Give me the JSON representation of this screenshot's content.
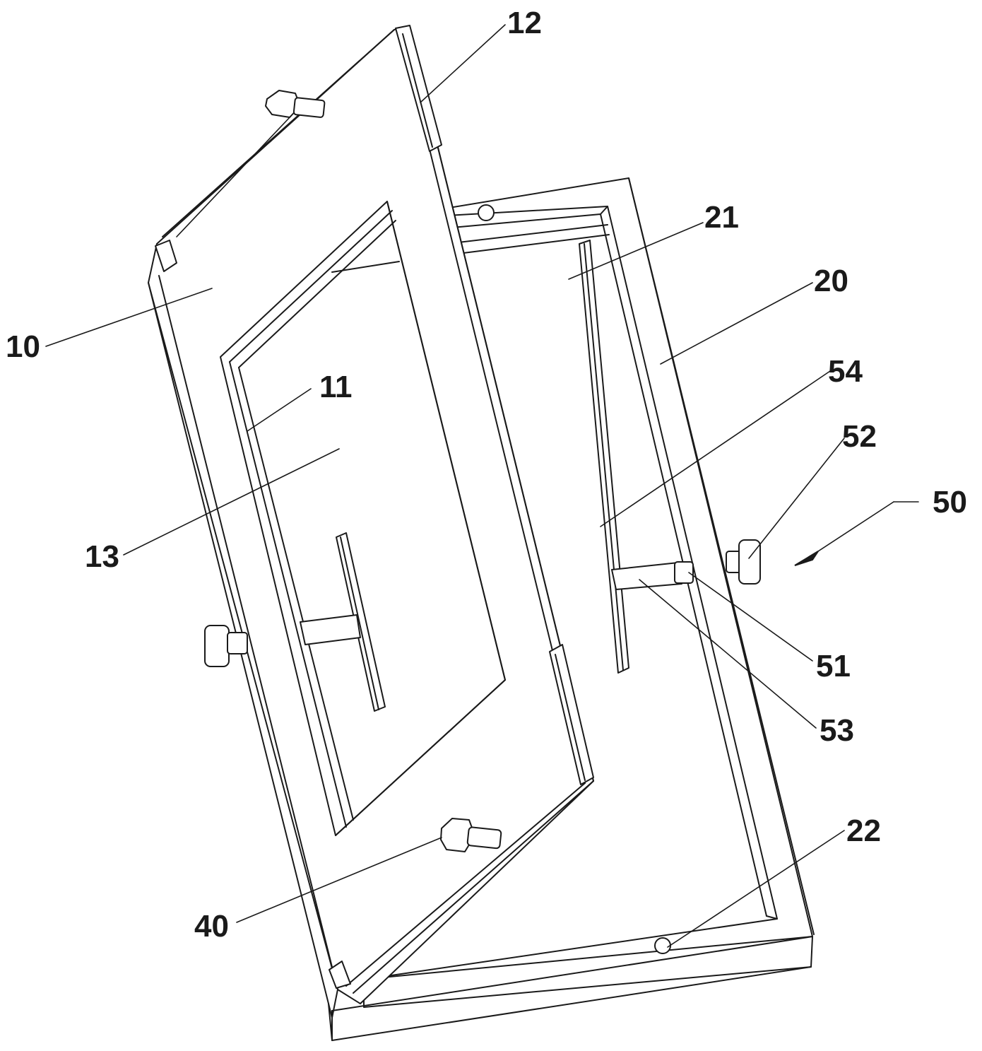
{
  "figure": {
    "reference_numerals": [
      "10",
      "11",
      "12",
      "13",
      "20",
      "21",
      "22",
      "40",
      "50",
      "51",
      "52",
      "53",
      "54"
    ]
  }
}
